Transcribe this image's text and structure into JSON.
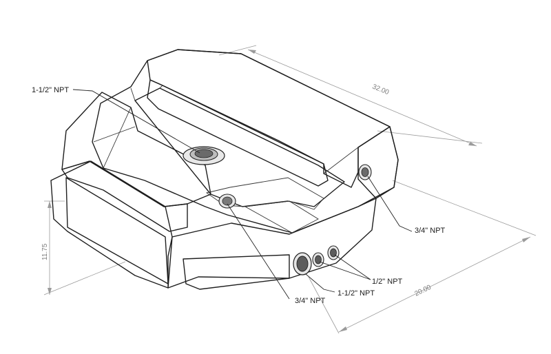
{
  "colors": {
    "background": "#ffffff",
    "outline": "#1e1e1e",
    "face_light": "#f7f7f7",
    "face_mid": "#d9d9d9",
    "face_dark": "#8e8e8e",
    "face_darker": "#6f6f6f",
    "dimension": "#9a9a9a"
  },
  "callouts": {
    "top_port": "1-1/2\" NPT",
    "right_port": "3/4\" NPT",
    "front_small_ports": "1/2\" NPT",
    "front_large_port": "1-1/2\" NPT",
    "front_left_port": "3/4\" NPT"
  },
  "dimensions": {
    "length": "32.00",
    "width": "20.00",
    "height": "11.75"
  }
}
